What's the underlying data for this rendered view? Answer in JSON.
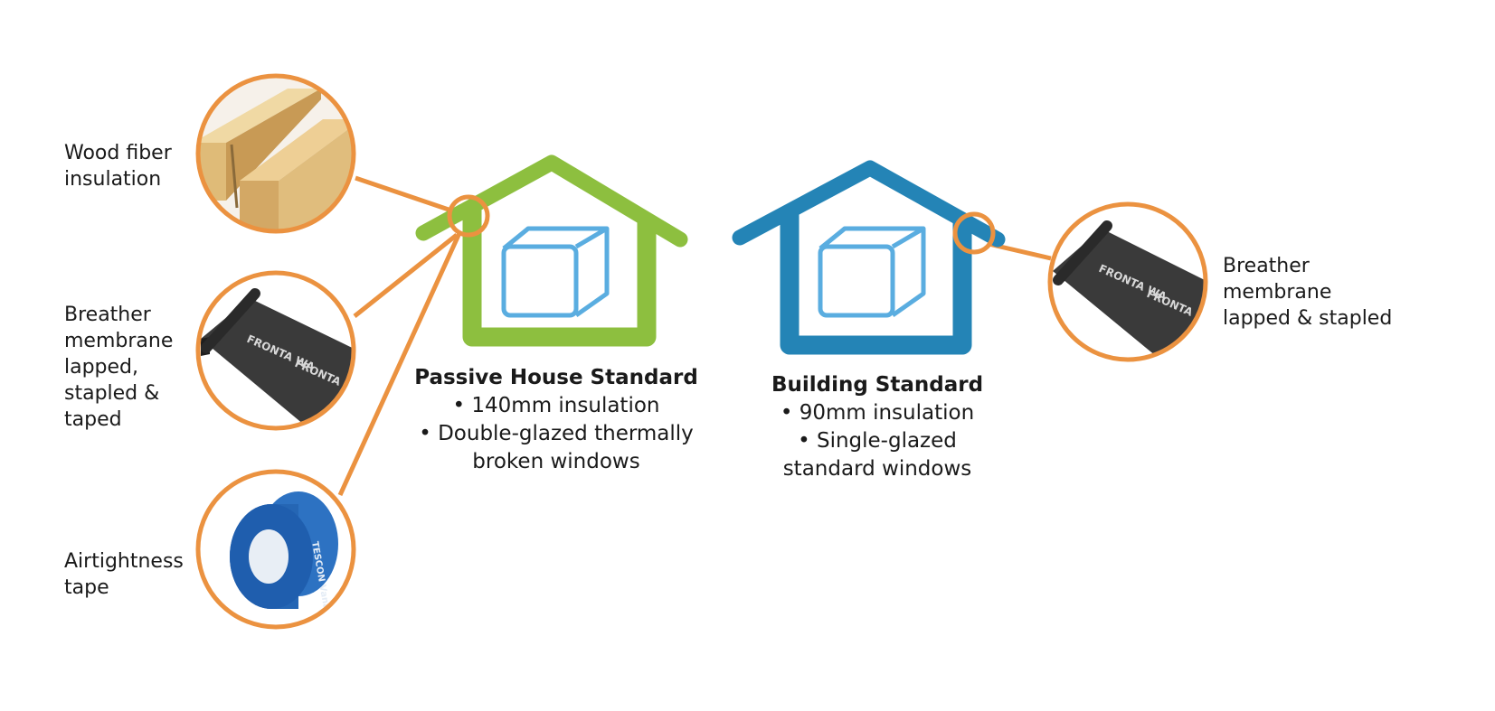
{
  "colors": {
    "passive_house": "#8dbf3f",
    "building_standard": "#2484b6",
    "callout": "#eb9240",
    "cube": "#5aade0",
    "text": "#1a1a1a"
  },
  "callouts_left": [
    {
      "label": [
        "Wood fiber",
        "insulation"
      ],
      "icon": "wood-fiber-board-icon"
    },
    {
      "label": [
        "Breather",
        "membrane",
        "lapped,",
        "stapled &",
        "taped"
      ],
      "icon": "membrane-roll-icon"
    },
    {
      "label": [
        "Airtightness",
        "tape"
      ],
      "icon": "tape-roll-icon"
    }
  ],
  "callout_right": {
    "label": [
      "Breather",
      "membrane",
      "lapped & stapled"
    ],
    "icon": "membrane-roll-icon"
  },
  "membrane_print": "FRONTA WA",
  "tape_print": "TESCON Vana",
  "houses": [
    {
      "title": "Passive House Standard",
      "lines": [
        "• 140mm insulation",
        "• Double-glazed thermally",
        "broken windows"
      ]
    },
    {
      "title": "Building Standard",
      "lines": [
        "• 90mm insulation",
        "• Single-glazed",
        "standard windows"
      ]
    }
  ]
}
